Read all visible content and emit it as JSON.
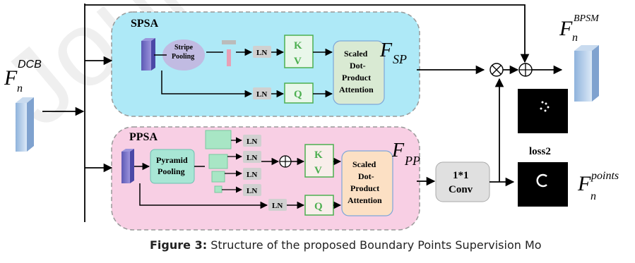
{
  "watermark": "Journal Pre",
  "blocks": {
    "spsa": {
      "title": "SPSA",
      "stripe_pooling_l1": "Stripe",
      "stripe_pooling_l2": "Pooling"
    },
    "ppsa": {
      "title": "PPSA",
      "pyramid_pooling_l1": "Pyramid",
      "pyramid_pooling_l2": "Pooling"
    },
    "ln": "LN",
    "k": "K",
    "v": "V",
    "q": "Q",
    "attention_l1": "Scaled",
    "attention_l2": "Dot-",
    "attention_l3": "Product",
    "attention_l4": "Attention",
    "conv_l1": "1*1",
    "conv_l2": "Conv",
    "loss": "loss2"
  },
  "labels": {
    "f_dcb_base": "F",
    "f_dcb_sub": "n",
    "f_dcb_sup": "DCB",
    "f_sp_base": "F",
    "f_sp_sub": "SP",
    "f_pp_base": "F",
    "f_pp_sub": "PP",
    "f_bpsm_base": "F",
    "f_bpsm_sub": "n",
    "f_bpsm_sup": "BPSM",
    "f_points_base": "F",
    "f_points_sub": "n",
    "f_points_sup": "points"
  },
  "caption": {
    "bold": "Figure 3:",
    "text": " Structure of the proposed Boundary Points Supervision Mo"
  },
  "colors": {
    "spsa_bg": "#aee9f7",
    "ppsa_bg": "#f8cfe4",
    "kvq_border": "#4caf50",
    "attn_sp_bg": "#d9ead3",
    "attn_pp_bg": "#fce0c4",
    "pyramid_bg": "#a8e6d5"
  }
}
